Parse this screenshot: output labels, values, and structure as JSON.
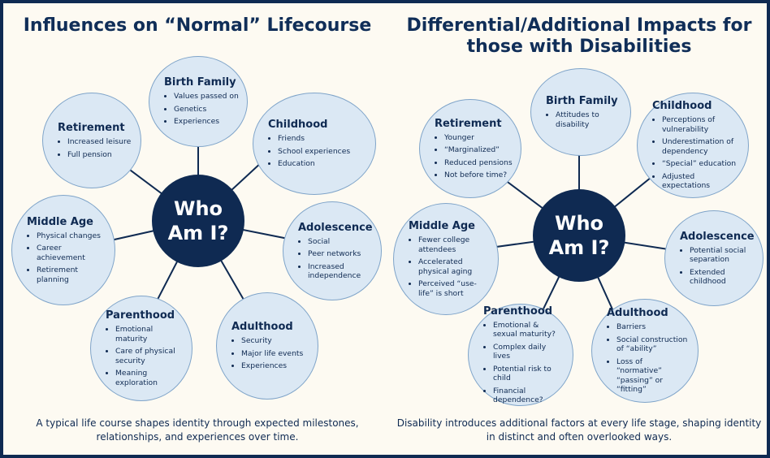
{
  "left": {
    "title": "Influences on “Normal” Lifecourse",
    "center_label": "Who\nAm I?",
    "nodes": {
      "birth_family": {
        "title": "Birth Family",
        "items": [
          "Values passed on",
          "Genetics",
          "Experiences"
        ]
      },
      "childhood": {
        "title": "Childhood",
        "items": [
          "Friends",
          "School experiences",
          "Education"
        ]
      },
      "adolescence": {
        "title": "Adolescence",
        "items": [
          "Social",
          "Peer networks",
          "Increased independence"
        ]
      },
      "adulthood": {
        "title": "Adulthood",
        "items": [
          "Security",
          "Major life events",
          "Experiences"
        ]
      },
      "parenthood": {
        "title": "Parenthood",
        "items": [
          "Emotional maturity",
          "Care of physical security",
          "Meaning exploration"
        ]
      },
      "middle_age": {
        "title": "Middle Age",
        "items": [
          "Physical changes",
          "Career achievement",
          "Retirement planning"
        ]
      },
      "retirement": {
        "title": "Retirement",
        "items": [
          "Increased leisure",
          "Full pension"
        ]
      }
    },
    "caption": "A typical life course shapes identity through expected milestones, relationships, and experiences over time."
  },
  "right": {
    "title": "Differential/Additional Impacts for those with Disabilities",
    "center_label": "Who\nAm I?",
    "nodes": {
      "birth_family": {
        "title": "Birth Family",
        "items": [
          "Attitudes to disability"
        ]
      },
      "childhood": {
        "title": "Childhood",
        "items": [
          "Perceptions of vulnerability",
          "Underestimation of dependency",
          "“Special” education",
          "Adjusted expectations"
        ]
      },
      "adolescence": {
        "title": "Adolescence",
        "items": [
          "Potential social separation",
          "Extended childhood"
        ]
      },
      "adulthood": {
        "title": "Adulthood",
        "items": [
          "Barriers",
          "Social construction of “ability”",
          "Loss of “normative” “passing” or “fitting”"
        ]
      },
      "parenthood": {
        "title": "Parenthood",
        "items": [
          "Emotional & sexual maturity?",
          "Complex daily lives",
          "Potential risk to child",
          "Financial dependence?"
        ]
      },
      "middle_age": {
        "title": "Middle Age",
        "items": [
          "Fewer college attendees",
          "Accelerated physical aging",
          "Perceived “use-life” is short"
        ]
      },
      "retirement": {
        "title": "Retirement",
        "items": [
          "Younger",
          "“Marginalized”",
          "Reduced pensions",
          "Not before time?"
        ]
      }
    },
    "caption": "Disability introduces additional factors at every life stage, shaping identity in distinct and often overlooked ways."
  },
  "colors": {
    "navy": "#0f2a52",
    "bubble_fill": "#dbe8f4",
    "bubble_border": "#7fa4c9",
    "background": "#fdfaf2"
  }
}
